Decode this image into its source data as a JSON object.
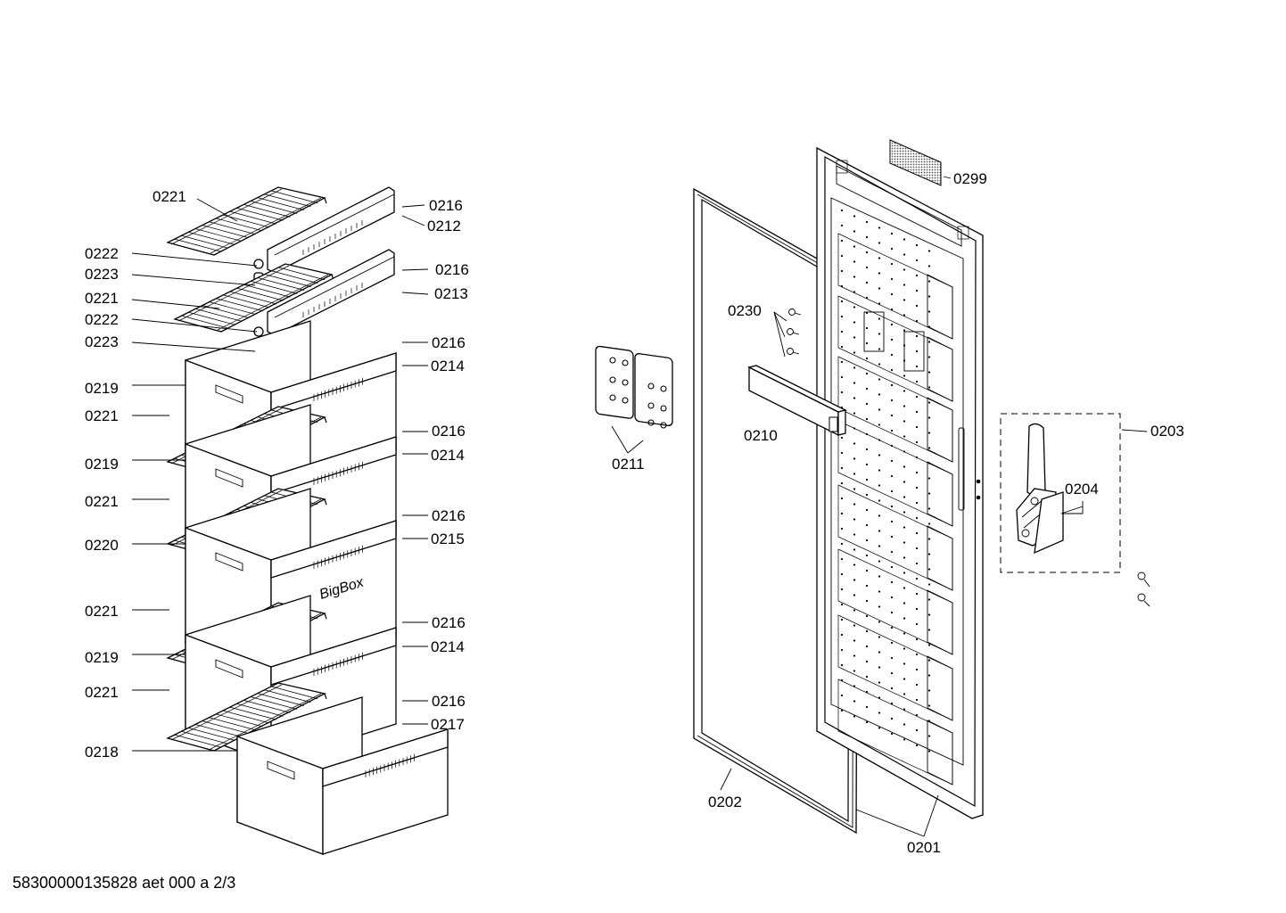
{
  "labels": {
    "l_0221_a": "0221",
    "l_0216_a": "0216",
    "l_0212": "0212",
    "l_0222_a": "0222",
    "l_0223_a": "0223",
    "l_0216_b": "0216",
    "l_0213": "0213",
    "l_0221_b": "0221",
    "l_0222_b": "0222",
    "l_0223_b": "0223",
    "l_0216_c": "0216",
    "l_0214_a": "0214",
    "l_0219_a": "0219",
    "l_0221_c": "0221",
    "l_0216_d": "0216",
    "l_0214_b": "0214",
    "l_0219_b": "0219",
    "l_0221_d": "0221",
    "l_0216_e": "0216",
    "l_0215": "0215",
    "l_0220": "0220",
    "l_0221_e": "0221",
    "l_0216_f": "0216",
    "l_0214_c": "0214",
    "l_0219_c": "0219",
    "l_0221_f": "0221",
    "l_0216_g": "0216",
    "l_0217": "0217",
    "l_0218": "0218",
    "l_0299": "0299",
    "l_0230": "0230",
    "l_0211": "0211",
    "l_0210": "0210",
    "l_0203": "0203",
    "l_0204": "0204",
    "l_0202": "0202",
    "l_0201": "0201"
  },
  "drawer_brand": "BigBox",
  "footer": "58300000135828 aet 000 a 2/3"
}
